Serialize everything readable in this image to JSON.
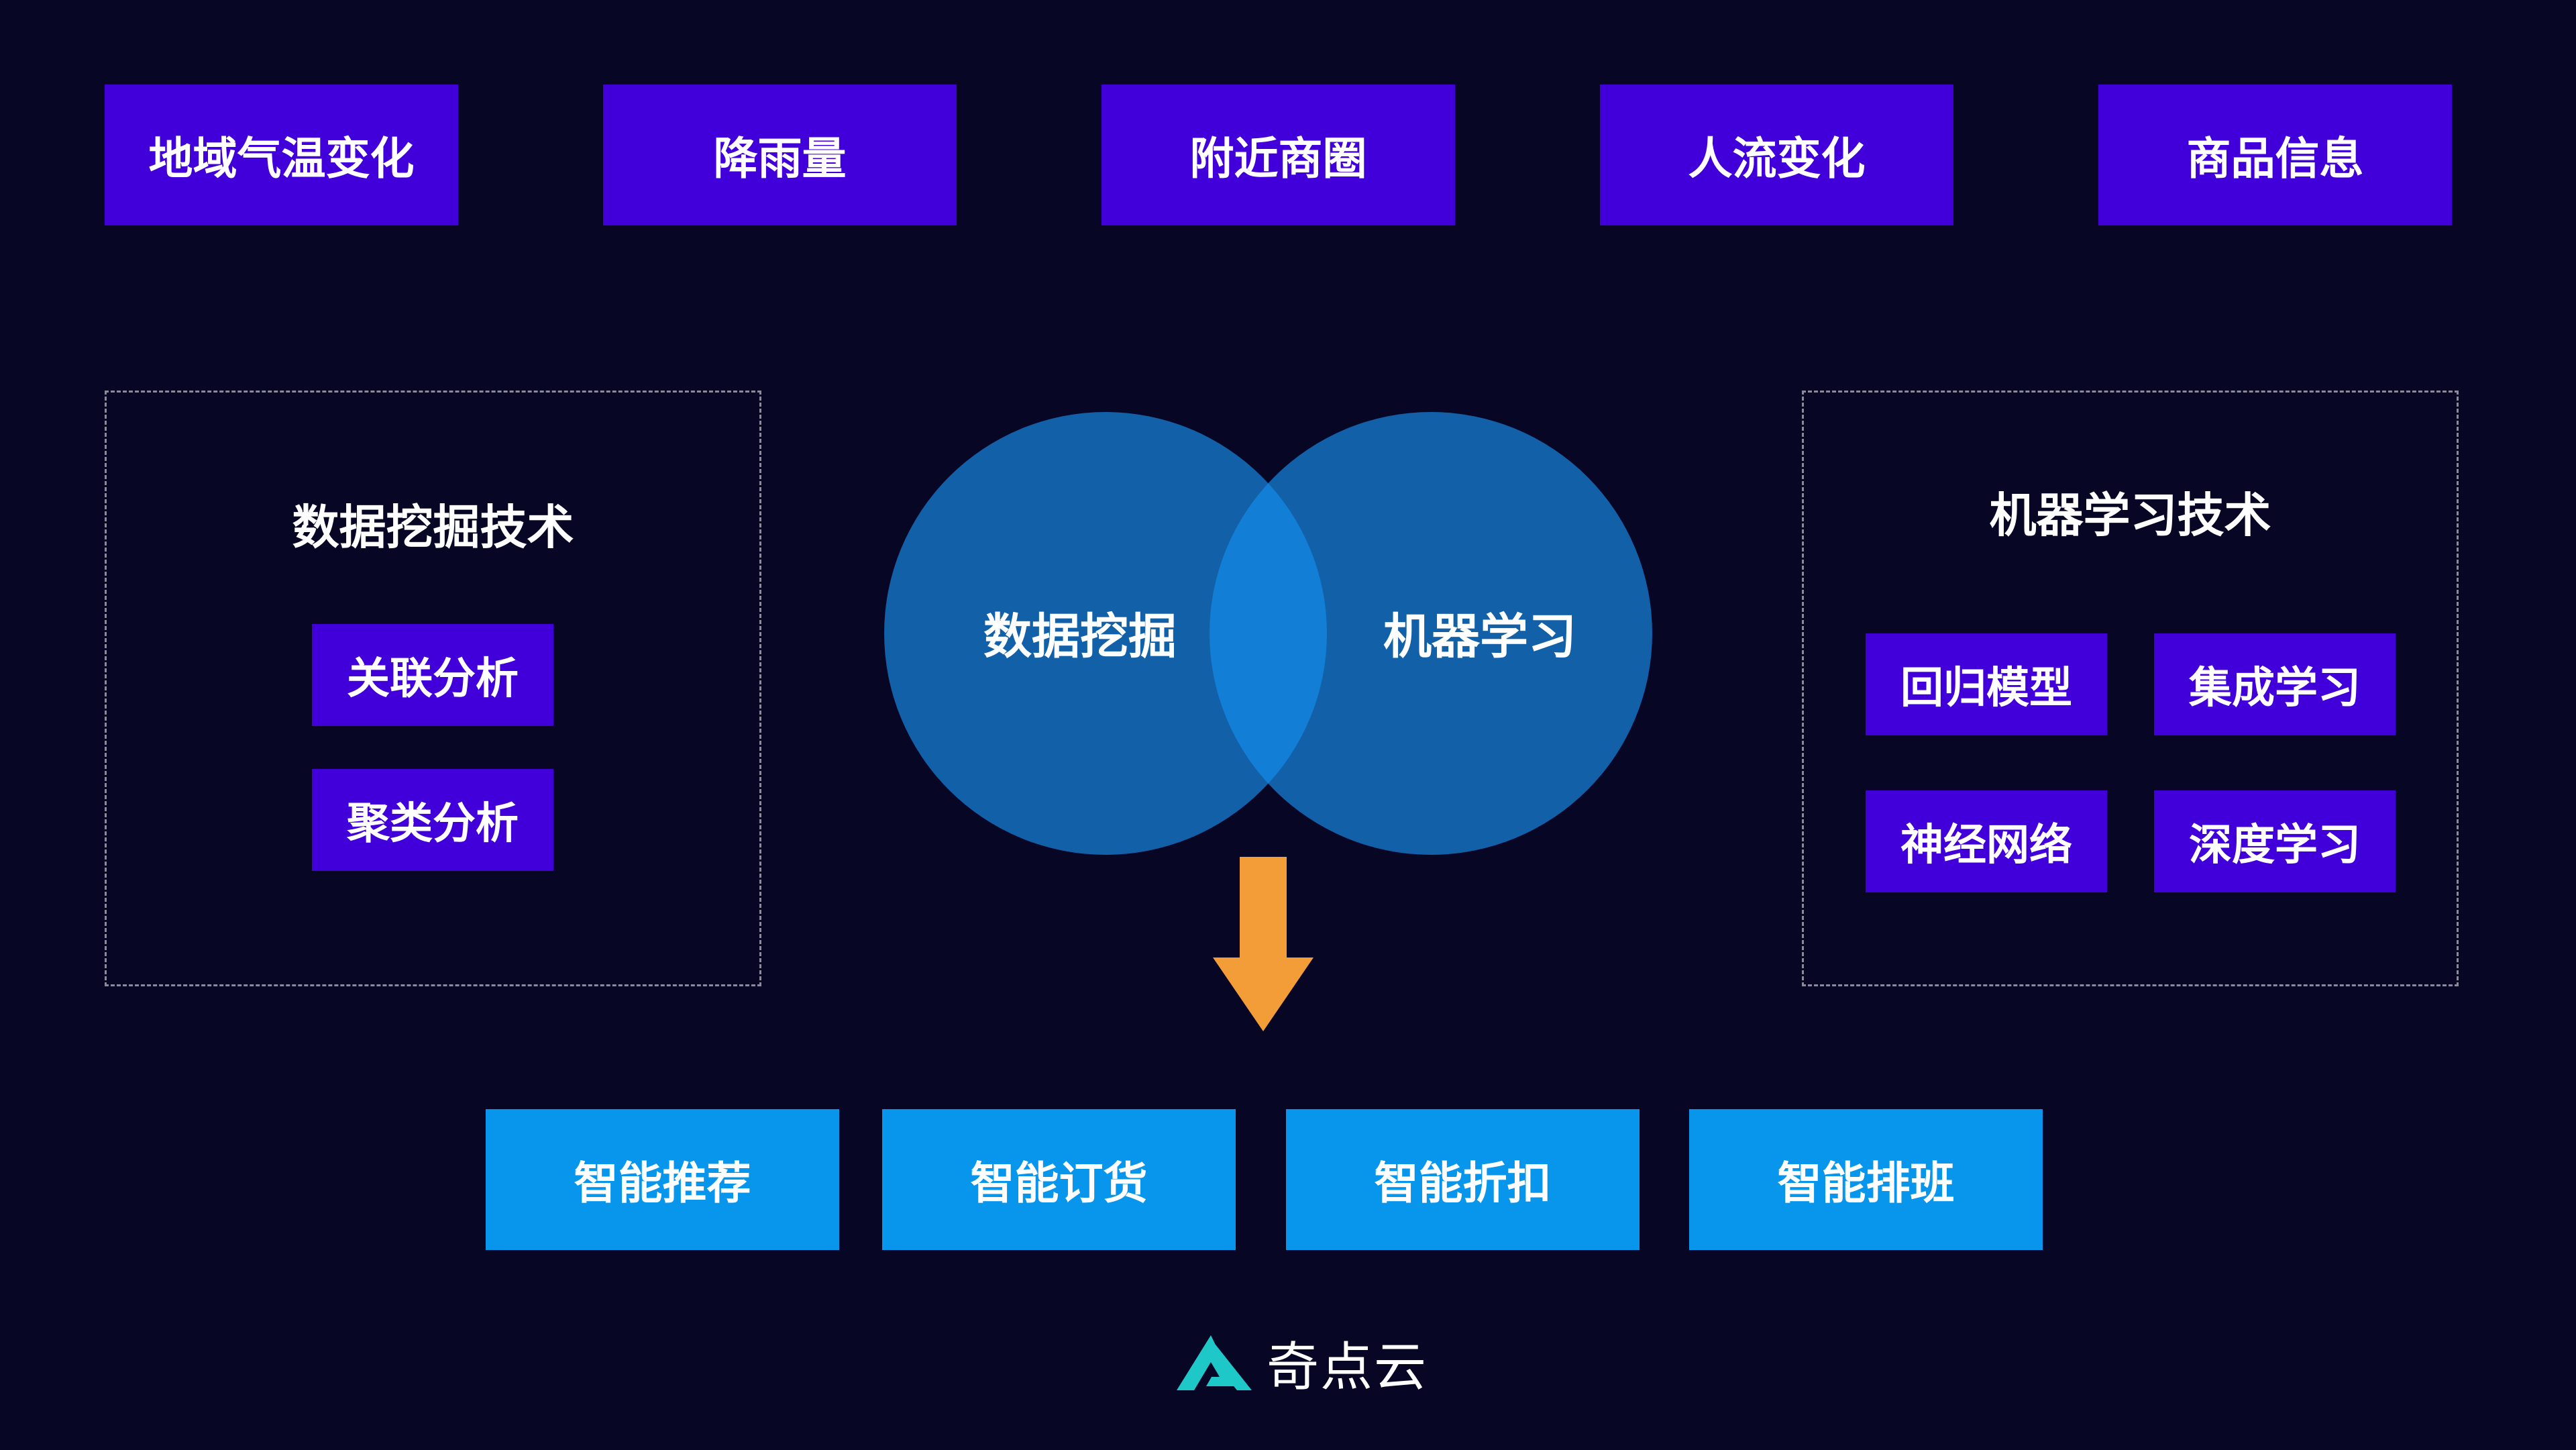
{
  "factors": [
    "地域气温变化",
    "降雨量",
    "附近商圈",
    "人流变化",
    "商品信息"
  ],
  "data_mining_panel": {
    "title": "数据挖掘技术",
    "items": [
      "关联分析",
      "聚类分析"
    ]
  },
  "venn": {
    "left_label": "数据挖掘",
    "right_label": "机器学习",
    "circle_color": "#1160a8",
    "overlap_color": "#137ed6"
  },
  "machine_learning_panel": {
    "title": "机器学习技术",
    "items": [
      "回归模型",
      "集成学习",
      "神经网络",
      "深度学习"
    ]
  },
  "arrow": {
    "color": "#f29d38",
    "direction": "down"
  },
  "outputs": [
    "智能推荐",
    "智能订货",
    "智能折扣",
    "智能排班"
  ],
  "logo": {
    "text": "奇点云",
    "icon": "mountain-logo-icon",
    "color": "#1ec8c8"
  },
  "colors": {
    "background": "#080625",
    "factor_box": "#4100d9",
    "output_box": "#0896ec"
  }
}
